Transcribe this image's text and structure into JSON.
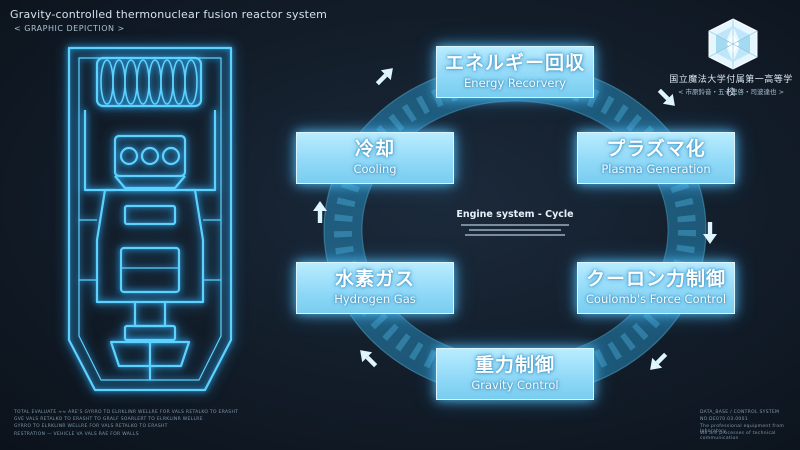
{
  "header": {
    "title": "Gravity-controlled thermonuclear fusion reactor system",
    "subtitle": "< GRAPHIC DEPICTION >"
  },
  "school": {
    "name": "国立魔法大学付属第一高等学校",
    "sub": "< 市原鈴音・五十里啓・司波達也 >"
  },
  "cycle": {
    "title": "Engine system - Cycle",
    "steps": [
      {
        "jp": "エネルギー回収",
        "en": "Energy Recorvery"
      },
      {
        "jp": "プラズマ化",
        "en": "Plasma Generation"
      },
      {
        "jp": "クーロン力制御",
        "en": "Coulomb's Force Control"
      },
      {
        "jp": "重力制御",
        "en": "Gravity Control"
      },
      {
        "jp": "水素ガス",
        "en": "Hydrogen Gas"
      },
      {
        "jp": "冷却",
        "en": "Cooling"
      }
    ]
  },
  "footnotes": {
    "left": [
      "TOTAL EVALUATE  ≈≈   ARE'S GYRRO TO ELRKLINR WELLRE FOR VALS RETALKO TO ERASHT",
      "GVE VALS RETALKO TO ERASHT TO GRALF SOARLERT TO ELRKLINR WELLRE",
      "GYRRO TO ELRKLINR WELLRE FOR VALS RETALKO TO ERASHT",
      "RESTRATION   —   VEHICLE VA VALS RAE FOR WALLS"
    ],
    "right": [
      "DATA_BASE / CONTROL SYSTEM",
      "NO.DE070.03.0001",
      "The professional equipment from laboratory",
      "We are processes of technical communication"
    ]
  },
  "colors": {
    "box_fill": "#8fd8f7",
    "glow": "#5ac8ff",
    "ring": "#2ea6df",
    "background": "#121c28"
  },
  "icons": {
    "emblem": "crystal-emblem-icon",
    "arrow": "cycle-arrow-icon"
  }
}
